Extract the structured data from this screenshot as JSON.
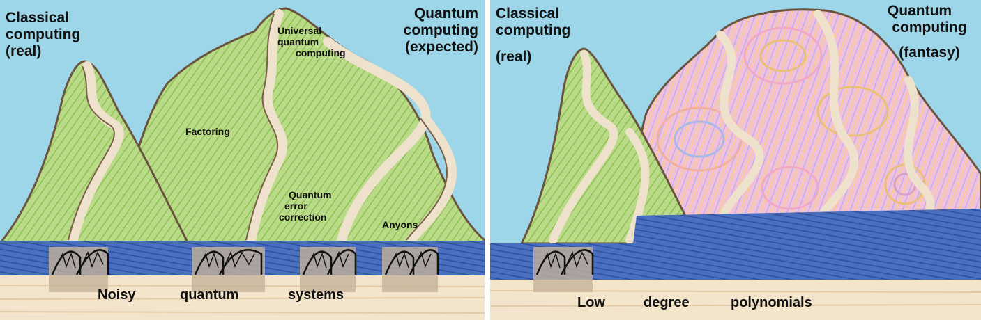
{
  "left_panel": {
    "title_left": [
      "Classical",
      "computing",
      "(real)"
    ],
    "title_right": [
      "Quantum",
      "computing",
      "(expected)"
    ],
    "peak_labels": {
      "universal": [
        "Universal",
        "quantum",
        "computing"
      ],
      "factoring": "Factoring",
      "qec": [
        "Quantum",
        "error",
        "correction"
      ],
      "anyons": "Anyons"
    },
    "bottom_words": [
      "Noisy",
      "quantum",
      "systems"
    ]
  },
  "right_panel": {
    "title_left": [
      "Classical",
      "computing",
      "(real)"
    ],
    "title_right": [
      "Quantum",
      "computing",
      "(fantasy)"
    ],
    "bottom_words": [
      "Low",
      "degree",
      "polynomials"
    ]
  },
  "colors": {
    "sky": "#9dd6e8",
    "water": "#3f63b4",
    "sand": "#f3e4cc",
    "mountain_green": "#a9cf72",
    "path": "#efe2cc",
    "outline": "#6a5440",
    "fantasy_pink": "#f2b8d8"
  }
}
